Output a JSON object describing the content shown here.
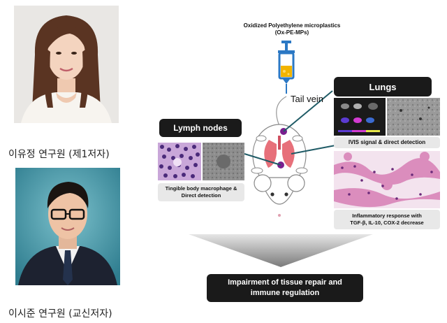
{
  "researchers": [
    {
      "caption": "이유정 연구원 (제1저자)"
    },
    {
      "caption": "이시준 연구원 (교신저자)"
    }
  ],
  "figure": {
    "substance_name": "Oxidized Polyethylene microplastics",
    "substance_abbr": "(Ox-PE-MPs)",
    "injection_site": "Tail vein",
    "lymph_nodes": {
      "title": "Lymph nodes",
      "caption_line1": "Tingible body macrophage &",
      "caption_line2": "Direct detection"
    },
    "lungs": {
      "title": "Lungs",
      "ivis_caption": "IVIS signal & direct detection",
      "inflammation_line1": "Inflammatory response with",
      "inflammation_line2": "TGF-β, IL-10, COX-2 decrease"
    },
    "conclusion_line1": "Impairment of tissue repair and",
    "conclusion_line2": "immune regulation"
  }
}
